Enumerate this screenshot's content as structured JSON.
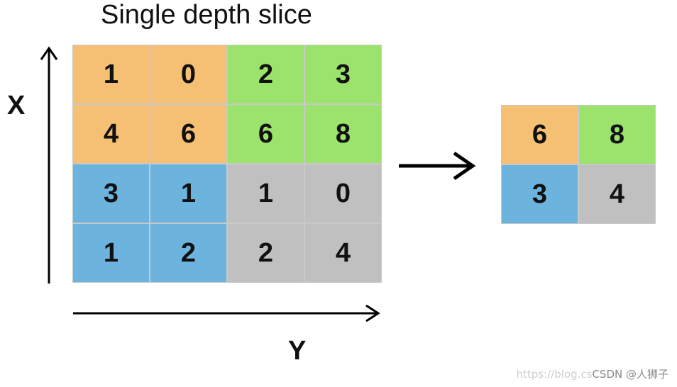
{
  "title": "Single depth slice",
  "x_axis_label": "X",
  "y_axis_label": "Y",
  "colors": {
    "orange": "#f5bf74",
    "green": "#9be36d",
    "blue": "#6cb4de",
    "gray": "#c0c0c0",
    "text": "#111111",
    "arrow": "#000000"
  },
  "input_grid": [
    [
      {
        "value": "1",
        "color": "#f5bf74"
      },
      {
        "value": "0",
        "color": "#f5bf74"
      },
      {
        "value": "2",
        "color": "#9be36d"
      },
      {
        "value": "3",
        "color": "#9be36d"
      }
    ],
    [
      {
        "value": "4",
        "color": "#f5bf74"
      },
      {
        "value": "6",
        "color": "#f5bf74"
      },
      {
        "value": "6",
        "color": "#9be36d"
      },
      {
        "value": "8",
        "color": "#9be36d"
      }
    ],
    [
      {
        "value": "3",
        "color": "#6cb4de"
      },
      {
        "value": "1",
        "color": "#6cb4de"
      },
      {
        "value": "1",
        "color": "#c0c0c0"
      },
      {
        "value": "0",
        "color": "#c0c0c0"
      }
    ],
    [
      {
        "value": "1",
        "color": "#6cb4de"
      },
      {
        "value": "2",
        "color": "#6cb4de"
      },
      {
        "value": "2",
        "color": "#c0c0c0"
      },
      {
        "value": "4",
        "color": "#c0c0c0"
      }
    ]
  ],
  "output_grid": [
    [
      {
        "value": "6",
        "color": "#f5bf74"
      },
      {
        "value": "8",
        "color": "#9be36d"
      }
    ],
    [
      {
        "value": "3",
        "color": "#6cb4de"
      },
      {
        "value": "4",
        "color": "#c0c0c0"
      }
    ]
  ],
  "watermark": {
    "faint": "https://blog.cs",
    "strong": "CSDN @人狮子"
  }
}
